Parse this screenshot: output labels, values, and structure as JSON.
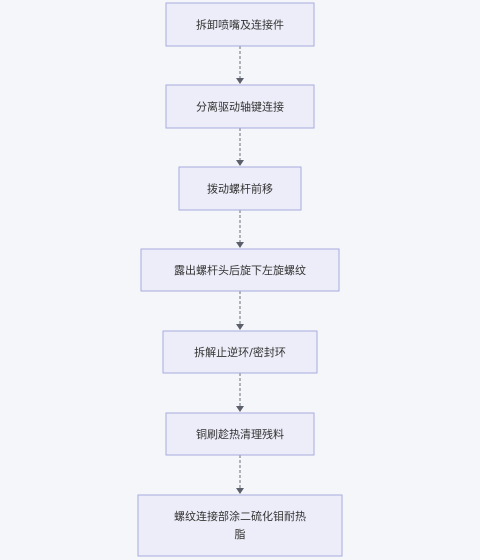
{
  "flowchart": {
    "steps": [
      {
        "label": "拆卸喷嘴及连接件"
      },
      {
        "label": "分离驱动轴键连接"
      },
      {
        "label": "拨动螺杆前移"
      },
      {
        "label": "露出螺杆头后旋下左旋螺纹"
      },
      {
        "label": "拆解止逆环/密封环"
      },
      {
        "label": "铜刷趁热清理残料"
      },
      {
        "label": "螺纹连接部涂二硫化钼耐热",
        "label_line2": "脂"
      }
    ],
    "colors": {
      "background": "#f5f6fa",
      "node_fill": "#ecedf8",
      "node_border": "#a9acdf",
      "text": "#333333",
      "arrow": "#5b5f6a"
    }
  }
}
